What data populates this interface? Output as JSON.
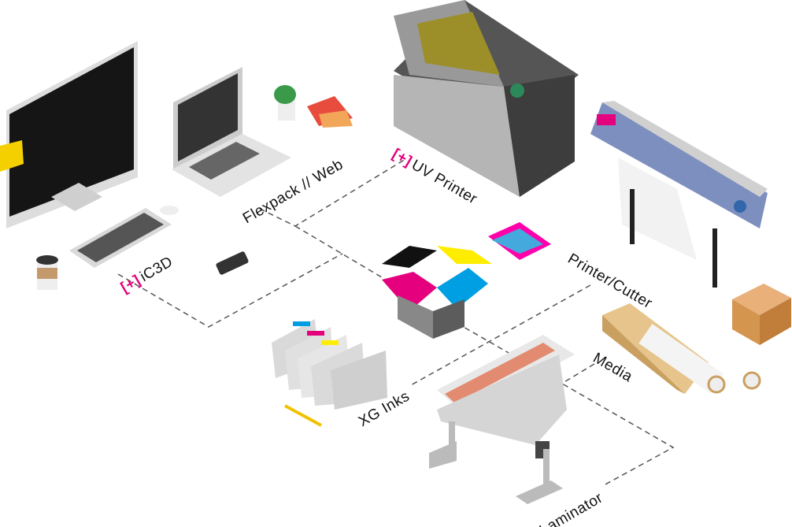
{
  "labels": {
    "ic3d": {
      "prefix": "[+]",
      "text": "iC3D"
    },
    "flexpack": {
      "text": "Flexpack // Web"
    },
    "uv_printer": {
      "prefix": "[+]",
      "text": "UV Printer"
    },
    "printer_cutter": {
      "text": "Printer/Cutter"
    },
    "media": {
      "text": "Media"
    },
    "xg_inks": {
      "text": "XG Inks"
    },
    "laminator": {
      "text": "Laminator"
    }
  },
  "colors": {
    "accent": "#e5007e",
    "cyan": "#009fe3",
    "magenta": "#e5007e",
    "yellow": "#ffed00",
    "black": "#111111"
  }
}
